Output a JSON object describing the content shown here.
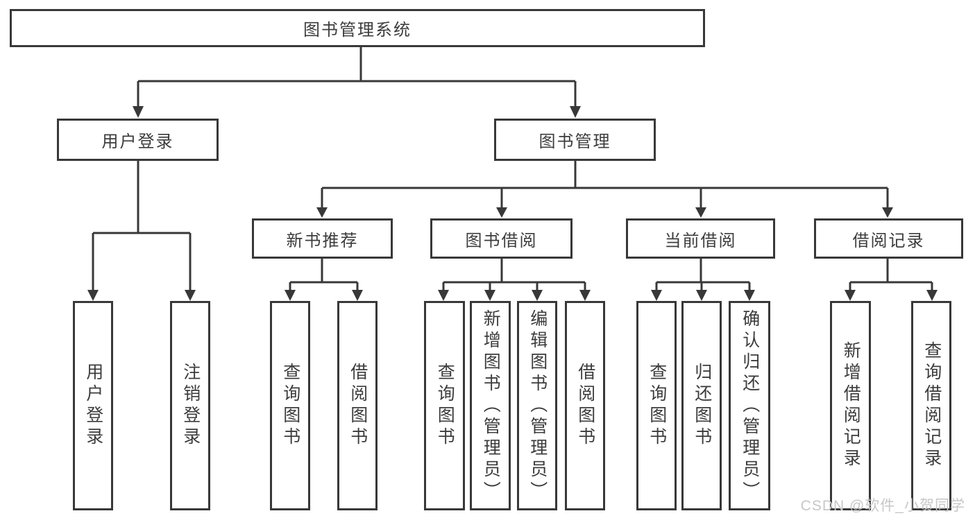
{
  "diagram": {
    "title": "图书管理系统",
    "branches": [
      {
        "label": "用户登录",
        "children": [
          {
            "label": "用户登录"
          },
          {
            "label": "注销登录"
          }
        ]
      },
      {
        "label": "图书管理",
        "sections": [
          {
            "label": "新书推荐",
            "children": [
              {
                "label": "查询图书"
              },
              {
                "label": "借阅图书"
              }
            ]
          },
          {
            "label": "图书借阅",
            "children": [
              {
                "label": "查询图书"
              },
              {
                "label": "新增图书（管理员）"
              },
              {
                "label": "编辑图书（管理员）"
              },
              {
                "label": "借阅图书"
              }
            ]
          },
          {
            "label": "当前借阅",
            "children": [
              {
                "label": "查询图书"
              },
              {
                "label": "归还图书"
              },
              {
                "label": "确认归还（管理员）"
              }
            ]
          },
          {
            "label": "借阅记录",
            "children": [
              {
                "label": "新增借阅记录"
              },
              {
                "label": "查询借阅记录"
              }
            ]
          }
        ]
      }
    ]
  },
  "watermark": "CSDN @软件_小贺同学",
  "colors": {
    "line": "#383838",
    "text": "#3c3c3c",
    "watermark": "#c7c7c7",
    "background": "#ffffff"
  }
}
